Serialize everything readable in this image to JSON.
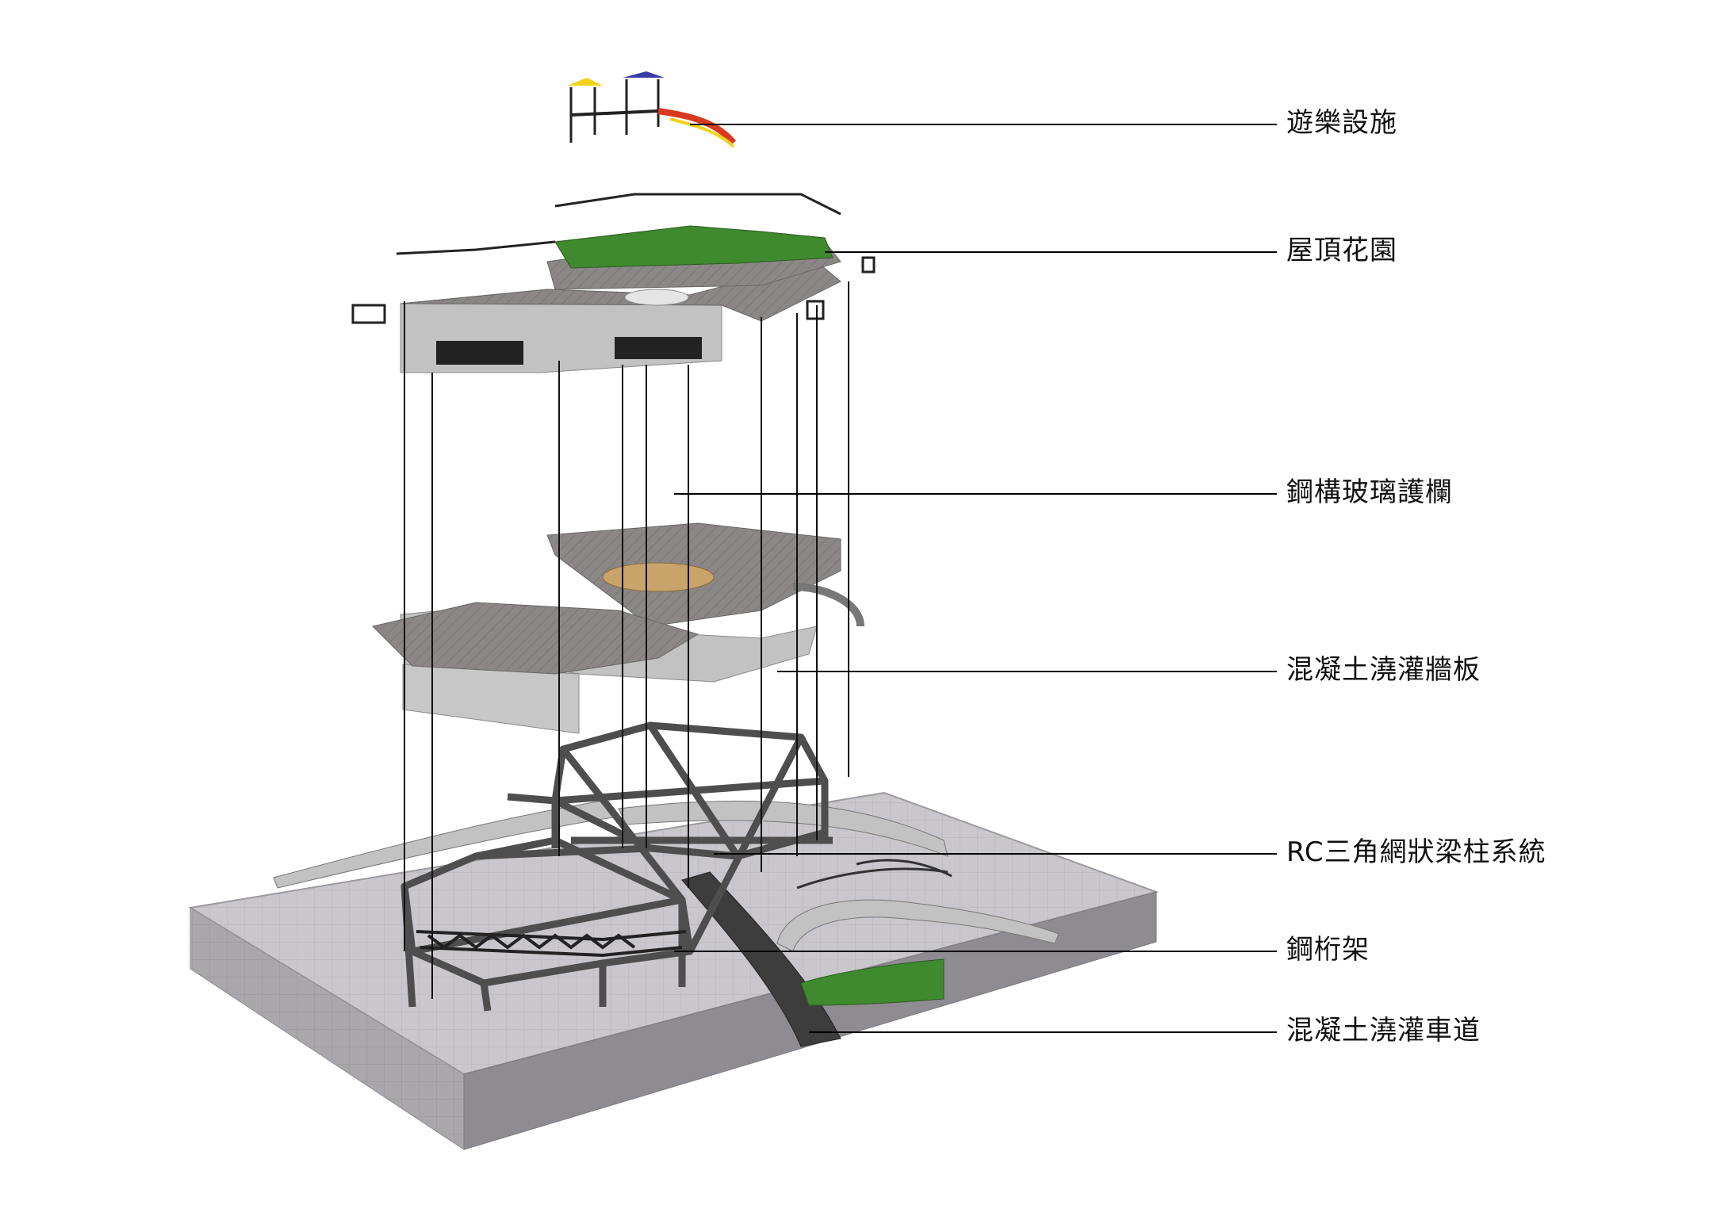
{
  "labels": [
    {
      "id": "playground",
      "text": "遊樂設施"
    },
    {
      "id": "roof-garden",
      "text": "屋頂花園"
    },
    {
      "id": "steel-glass-railing",
      "text": "鋼構玻璃護欄"
    },
    {
      "id": "concrete-wall",
      "text": "混凝土澆灌牆板"
    },
    {
      "id": "rc-grid-frame",
      "text": "RC三角網狀梁柱系統"
    },
    {
      "id": "steel-truss",
      "text": "鋼桁架"
    },
    {
      "id": "concrete-ramp",
      "text": "混凝土澆灌車道"
    }
  ],
  "colors": {
    "base_top": "#c9c7cb",
    "base_side_left": "#a9a7ac",
    "base_side_right": "#8d8b90",
    "concrete": "#c3c2c2",
    "slab_top": "#8f8a8a",
    "frame": "#555555",
    "grass": "#3f8a2e",
    "wood": "#c9a46a",
    "slide": "#d83a1f",
    "leader": "#000000"
  }
}
